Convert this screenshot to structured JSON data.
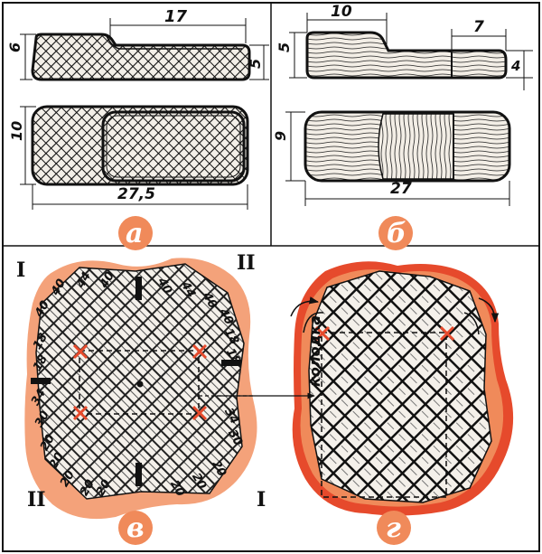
{
  "colors": {
    "orange": "#f08a5a",
    "red_orange": "#e64a2c",
    "ink": "#111111",
    "wood": "#f3eee6"
  },
  "panel_a": {
    "label": "а",
    "dim_17": "17",
    "dim_6": "6",
    "dim_5": "5",
    "dim_10": "10",
    "dim_27_5": "27,5"
  },
  "panel_b": {
    "label": "б",
    "dim_10": "10",
    "dim_7": "7",
    "dim_5": "5",
    "dim_4": "4",
    "dim_9": "9",
    "dim_27": "27"
  },
  "panel_v": {
    "label": "в",
    "roman_1": "I",
    "roman_2": "II",
    "top_numbers": [
      "40",
      "44",
      "40",
      "40",
      "44",
      "40"
    ],
    "right_numbers": [
      "40",
      "18",
      "18",
      "34",
      "30"
    ],
    "left_numbers": [
      "40",
      "18",
      "18",
      "34",
      "30",
      "20",
      "20",
      "20",
      "20"
    ],
    "bottom_numbers": [
      "20",
      "20",
      "20",
      "20"
    ]
  },
  "panel_g": {
    "label": "г",
    "caption": "колодка"
  }
}
